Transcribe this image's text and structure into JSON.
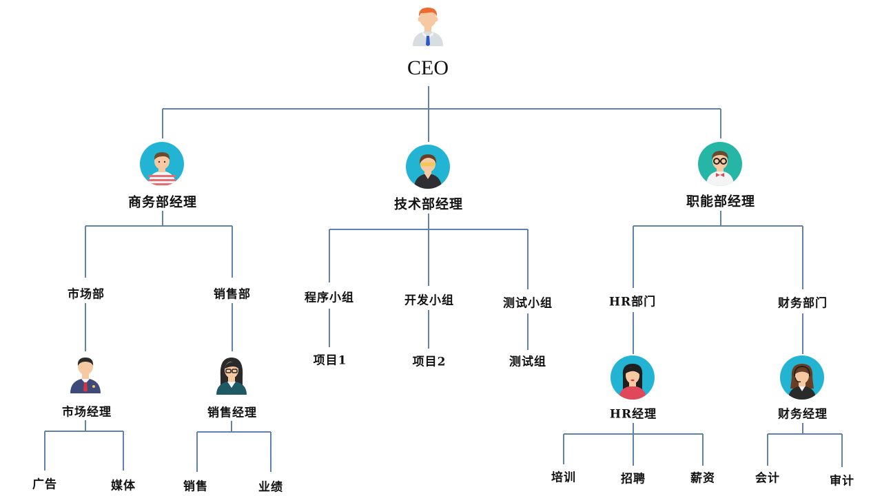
{
  "colors": {
    "line": "#5f82ad",
    "circle": "#23b4d3",
    "circle_functional": "#26b6a6",
    "skin": "#f6c9a3",
    "text": "#111111"
  },
  "nodes": {
    "ceo": {
      "label": "CEO",
      "icon": "ceo-icon"
    },
    "business_manager": {
      "label": "商务部经理",
      "icon": "man-striped-shirt-icon"
    },
    "tech_manager": {
      "label": "技术部经理",
      "icon": "man-sunglasses-icon"
    },
    "functional_manager": {
      "label": "职能部经理",
      "icon": "man-glasses-bowtie-icon"
    },
    "marketing_dept": {
      "label": "市场部"
    },
    "sales_dept": {
      "label": "销售部"
    },
    "program_group": {
      "label": "程序小组"
    },
    "dev_group": {
      "label": "开发小组"
    },
    "test_group": {
      "label": "测试小组"
    },
    "hr_dept": {
      "label": "HR部门"
    },
    "finance_dept": {
      "label": "财务部门"
    },
    "project1": {
      "label": "项目1"
    },
    "project2": {
      "label": "项目2"
    },
    "test_team": {
      "label": "测试组"
    },
    "marketing_manager": {
      "label": "市场经理",
      "icon": "businessman-icon"
    },
    "sales_manager": {
      "label": "销售经理",
      "icon": "woman-glasses-icon"
    },
    "hr_manager": {
      "label": "HR经理",
      "icon": "woman-icon"
    },
    "finance_manager": {
      "label": "财务经理",
      "icon": "woman-headset-icon"
    },
    "ads": {
      "label": "广告"
    },
    "media": {
      "label": "媒体"
    },
    "sales": {
      "label": "销售"
    },
    "performance": {
      "label": "业绩"
    },
    "training": {
      "label": "培训"
    },
    "recruiting": {
      "label": "招聘"
    },
    "salary": {
      "label": "薪资"
    },
    "accounting": {
      "label": "会计"
    },
    "audit": {
      "label": "审计"
    }
  }
}
